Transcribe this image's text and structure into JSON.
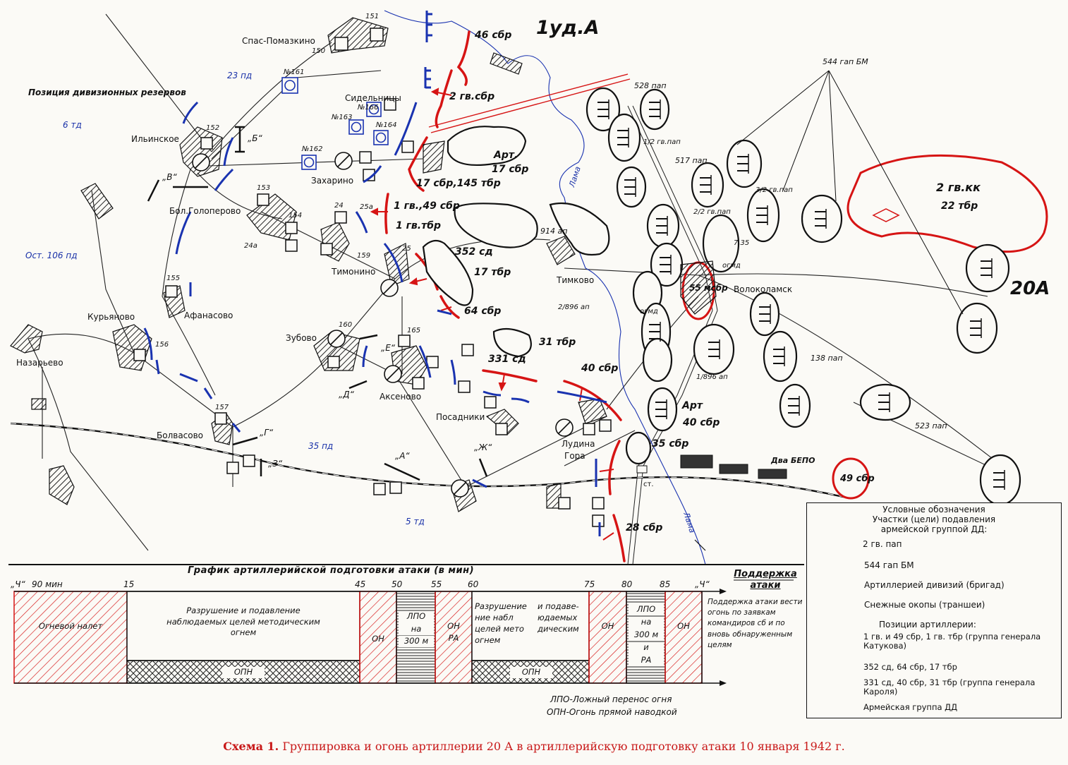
{
  "caption": {
    "prefix": "Схема 1.",
    "text": "Группировка и огонь артиллерии 20 А  в артиллерийскую подготовку атаки 10 января 1942 г."
  },
  "map": {
    "armies": {
      "north": "1уд.А",
      "east": "20А"
    },
    "villages": {
      "spas": "Спас-Помазкино",
      "ilinskoe": "Ильинское",
      "sidelnitsy": "Сидельницы",
      "zakharino": "Захарино",
      "golop": "Бол.Голоперово",
      "timonino": "Тимонино",
      "timkovo": "Тимково",
      "afanasovo": "Афанасово",
      "kuryanovo": "Курьяново",
      "nazarevo": "Назарьево",
      "zubovo": "Зубово",
      "aksenovo": "Аксеново",
      "posadniki": "Посадники",
      "bolvasovo": "Болвасово",
      "ludina": "Лудина",
      "gora": "Гора",
      "volokolamsk": "Волоколамск",
      "st": "ст."
    },
    "enemy_units": {
      "d23": "23 пд",
      "d6": "6 тд",
      "d106": "Ост. 106 пд",
      "d35": "35 пд",
      "d5": "5 тд",
      "reserve": "Позиция дивизионных резервов"
    },
    "river": "Лама",
    "units": {
      "u46": "46 сбр",
      "u2gv": "2 гв.сбр",
      "art17_1": "Арт.",
      "art17_2": "17 сбр",
      "u17_145": "17 сбр,145 тбр",
      "u1gv49": "1 гв.,49 сбр",
      "u1gvtbr": "1 гв.тбр",
      "u352": "352 сд",
      "u17tbr": "17 тбр",
      "u64": "64 сбр",
      "u331": "331 сд",
      "u31": "31 тбр",
      "u40": "40 сбр",
      "art40_1": "Арт",
      "art40_2": "40 сбр",
      "u35": "35 сбр",
      "u28": "28 сбр",
      "u55": "55 мсбр",
      "u49": "49 сбр",
      "gvkk1": "2 гв.кк",
      "gvkk2": "22 тбр",
      "bepo": "Два БЕПО",
      "ogmd1": "огмд",
      "ogmd2": "огмд"
    },
    "artillery": {
      "p528": "528 пап",
      "p517": "517 пап",
      "p544": "544 гап БМ",
      "p914": "914 ап",
      "p896a": "2/896 ап",
      "p896b": "1/896 ап",
      "p138": "138 пап",
      "p523": "523 пап",
      "p2_2": "2/2 гв.пап",
      "p3_2": "3/2 гв.пап",
      "p1_2": "1/2 гв.пап",
      "p735": "7,35"
    },
    "lines": {
      "b": "„Б“",
      "v": "„В“",
      "g": "„Г“",
      "z": "„З“",
      "d": "„Д“",
      "e": "„Е“",
      "a": "„А“",
      "zh": "„Ж“"
    },
    "targets": {
      "t151": "151",
      "t150": "150",
      "t161": "№161",
      "t152": "152",
      "t166": "№166",
      "t163": "№163",
      "t164": "№164",
      "t162": "№162",
      "t153": "153",
      "t154": "154",
      "t24": "24",
      "t25a": "25а",
      "t24a": "24а",
      "t159": "159",
      "t25": "25",
      "t155": "155",
      "t156": "156",
      "t160": "160",
      "t165": "165",
      "t157": "157"
    }
  },
  "chart_data": {
    "type": "table",
    "title": "График артиллерийской подготовки атаки (в мин)",
    "start_label": "„Ч“",
    "time_labels": [
      "90 мин",
      "15",
      "45",
      "50",
      "55",
      "60",
      "75",
      "80",
      "85",
      "„Ч“"
    ],
    "periods": [
      {
        "from": -90,
        "to": -75,
        "label": "Огневой налет",
        "style": "red-hatch"
      },
      {
        "from": -75,
        "to": -45,
        "label": "Разрушение и подавление наблюдаемых целей методическим огнем",
        "style": "plain",
        "lower": "ОПН"
      },
      {
        "from": -45,
        "to": -40,
        "label": "ОН",
        "style": "red-hatch"
      },
      {
        "from": -40,
        "to": -35,
        "label": "ЛПО на 300 м",
        "style": "lines"
      },
      {
        "from": -35,
        "to": -30,
        "label": "ОН РА",
        "style": "red-hatch"
      },
      {
        "from": -30,
        "to": -15,
        "label": "Разрушение и подавление наблюдаемых целей методическим огнем",
        "style": "plain",
        "lower": "ОПН"
      },
      {
        "from": -15,
        "to": -10,
        "label": "ОН",
        "style": "red-hatch"
      },
      {
        "from": -10,
        "to": -5,
        "label": "ЛПО на 300 м и РА",
        "style": "lines"
      },
      {
        "from": -5,
        "to": 0,
        "label": "ОН",
        "style": "red-hatch"
      }
    ],
    "cells": {
      "c1": "Огневой налет",
      "c2": "Разрушение и подавление наблюдаемых целей методическим огнем",
      "c3": "ОН",
      "c4a": "ЛПО",
      "c4b": "на",
      "c4c": "300 м",
      "c5a": "ОН",
      "c5b": "РА",
      "c6a": "Разрушение",
      "c6b": "и подаве-",
      "c6c": "ние набл",
      "c6d": "юдаемых",
      "c6e": "целей мето",
      "c6f": "дическим",
      "c6g": "огнем",
      "c7": "ОН",
      "c8a": "ЛПО",
      "c8b": "на",
      "c8c": "300 м",
      "c8d": "и",
      "c8e": "РА",
      "c9": "ОН",
      "opn": "ОПН"
    },
    "support_title": "Поддержка атаки",
    "support_text": "Поддержка атаки вести огонь по заявкам командиров сб и по вновь обнаруженным целям",
    "notes": [
      "ЛПО-Ложный перенос огня",
      "ОПН-Огонь прямой наводкой"
    ]
  },
  "legend": {
    "title": "Условные обозначения",
    "subtitle1": "Участки (цели) подавления",
    "subtitle2": "армейской группой ДД:",
    "items": [
      {
        "symbol": "square-diagonal",
        "text": "2 гв. пап"
      },
      {
        "symbol": "circle-slash",
        "text": "544 гап БМ"
      },
      {
        "symbol": "square",
        "text": "Артиллерией дивизий (бригад)"
      },
      {
        "symbol": "trench",
        "text": "Снежные окопы (траншеи)"
      }
    ],
    "positions_title": "Позиции артиллерии:",
    "positions": [
      "1 гв. и 49 сбр, 1 гв. тбр (группа генерала Катукова)",
      "352 сд, 64 сбр, 17 тбр",
      "331 сд, 40 сбр, 31 тбр (группа генерала Кароля)",
      "Армейская группа ДД"
    ]
  },
  "colors": {
    "red": "#d61414",
    "blue": "#1a33b0",
    "ink": "#151515",
    "hatch": "#333"
  }
}
